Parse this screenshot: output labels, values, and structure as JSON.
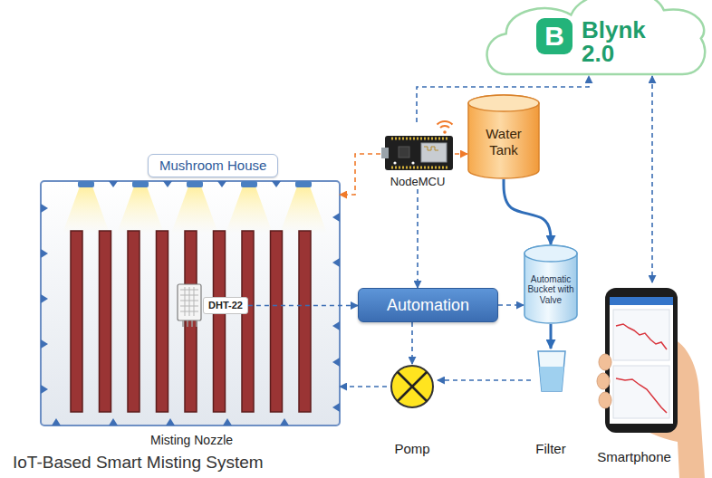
{
  "diagram": {
    "title": "IoT-Based Smart Misting System",
    "nodes": [
      {
        "text": [
          "Mushroom House"
        ]
      },
      {
        "text": [
          "DHT-22"
        ],
        "in": 0
      },
      {
        "text": [
          "NodeMCU"
        ]
      },
      {
        "text": [
          "Water Tank"
        ]
      },
      {
        "text": [
          "Automation"
        ]
      },
      {
        "text": [
          "Automatic Bucket with Valve"
        ]
      },
      {
        "text": [
          "Filter"
        ]
      },
      {
        "text": [
          "Pomp"
        ]
      },
      {
        "text": [
          "Smartphone"
        ]
      },
      {
        "text": [
          "B",
          "Blynk 2.0"
        ]
      }
    ],
    "edges": [
      {
        "from": 2,
        "to": 0,
        "arrow": "to"
      },
      {
        "from": 2,
        "to": 3,
        "arrow": "to"
      },
      {
        "from": 2,
        "to": 9,
        "arrow": "to"
      },
      {
        "from": 9,
        "to": 8,
        "arrow": "both"
      },
      {
        "from": 2,
        "to": 4,
        "arrow": "to"
      },
      {
        "from": 1,
        "to": 4,
        "arrow": "to"
      },
      {
        "from": 4,
        "to": 7,
        "arrow": "to"
      },
      {
        "from": 4,
        "to": 5,
        "arrow": "to"
      },
      {
        "from": 3,
        "to": 5,
        "arrow": "to"
      },
      {
        "from": 5,
        "to": 6,
        "arrow": "to"
      },
      {
        "from": 6,
        "to": 7,
        "arrow": "to"
      },
      {
        "from": 7,
        "to": 0,
        "arrow": "to"
      }
    ],
    "labels": [
      "Misting Nozzle"
    ]
  }
}
